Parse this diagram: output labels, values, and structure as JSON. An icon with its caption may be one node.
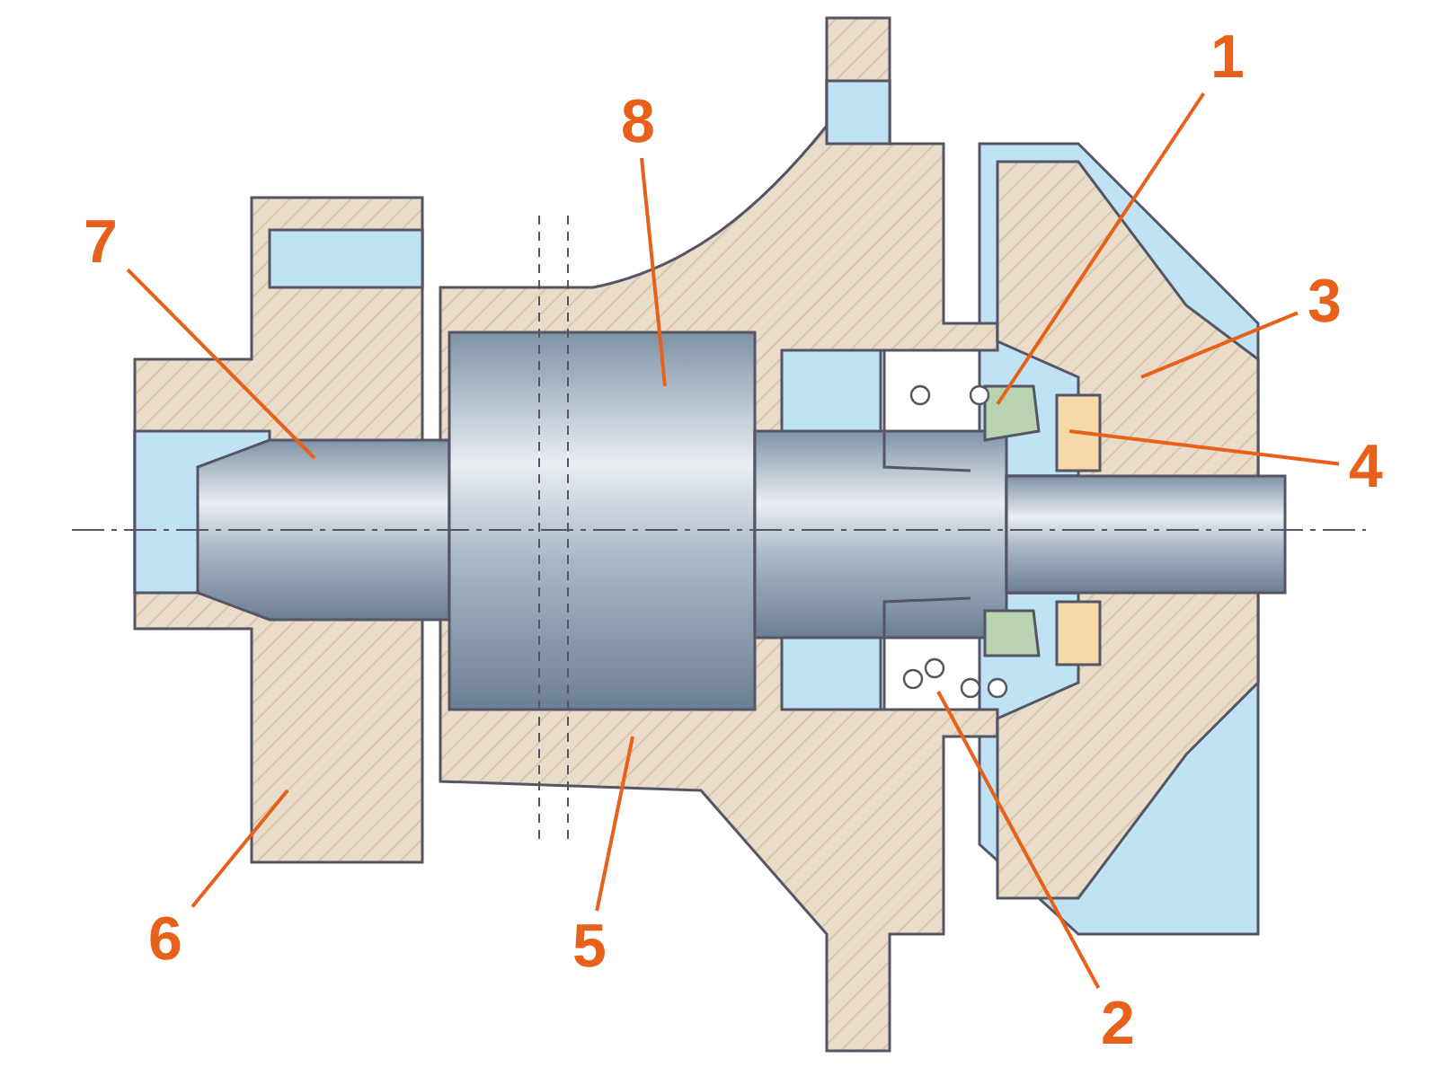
{
  "diagram": {
    "nodes": [
      {
        "text": [
          "1"
        ]
      },
      {
        "text": [
          "2"
        ]
      },
      {
        "text": [
          "3"
        ]
      },
      {
        "text": [
          "4"
        ]
      },
      {
        "text": [
          "5"
        ]
      },
      {
        "text": [
          "6"
        ]
      },
      {
        "text": [
          "7"
        ]
      },
      {
        "text": [
          "8"
        ]
      }
    ],
    "edges": [
      {
        "from": 0,
        "to": null,
        "arrow": "none"
      },
      {
        "from": 1,
        "to": null,
        "arrow": "none"
      },
      {
        "from": 2,
        "to": null,
        "arrow": "none"
      },
      {
        "from": 3,
        "to": null,
        "arrow": "none"
      },
      {
        "from": 4,
        "to": null,
        "arrow": "none"
      },
      {
        "from": 5,
        "to": null,
        "arrow": "none"
      },
      {
        "from": 6,
        "to": null,
        "arrow": "none"
      },
      {
        "from": 7,
        "to": null,
        "arrow": "none"
      }
    ]
  }
}
